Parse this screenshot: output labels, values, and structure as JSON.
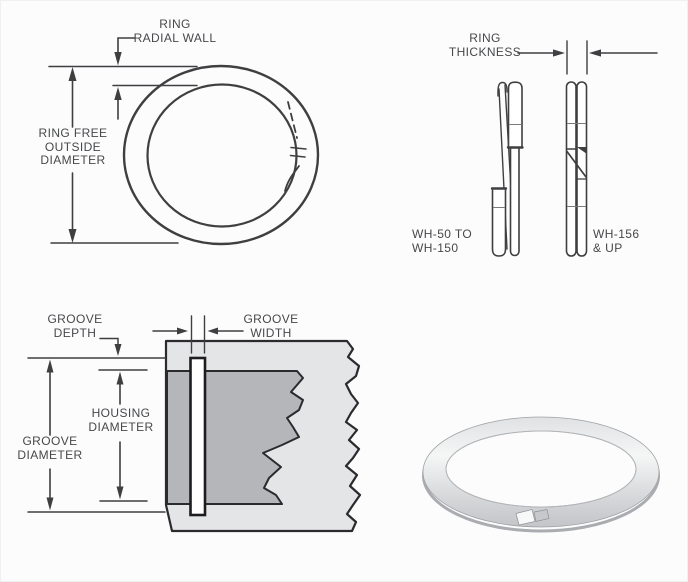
{
  "colors": {
    "line_art": "#3f3f41",
    "label_text": "#47484a",
    "housing_fill": "#e4e5e7",
    "bore_fill": "#b4b6ba",
    "ring_metal_light": "#f5f6f6",
    "ring_metal_dark": "#c3c5c8"
  },
  "figures": {
    "ring_front_view": {
      "radial_wall_label": "RING\nRADIAL WALL",
      "free_outside_diameter_label": "RING FREE\nOUTSIDE\nDIAMETER"
    },
    "ring_edge_views": {
      "thickness_label": "RING\nTHICKNESS",
      "small_series_label": "WH-50 TO\nWH-150",
      "large_series_label": "WH-156\n& UP"
    },
    "housing_cross_section": {
      "groove_depth_label": "GROOVE\nDEPTH",
      "groove_width_label": "GROOVE\nWIDTH",
      "housing_diameter_label": "HOUSING\nDIAMETER",
      "groove_diameter_label": "GROOVE\nDIAMETER"
    },
    "ring_photo": {
      "icon": "spiral-retaining-ring-photo"
    }
  }
}
